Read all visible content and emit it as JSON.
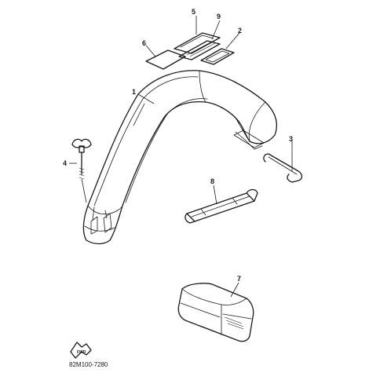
{
  "callouts": {
    "p1": "1",
    "p2": "2",
    "p3": "3",
    "p4": "4",
    "p5": "5",
    "p6": "6",
    "p7": "7",
    "p8": "8",
    "p9": "9"
  },
  "front_arrow": {
    "label": "FWD"
  },
  "diagram_code": "82M100-7280"
}
